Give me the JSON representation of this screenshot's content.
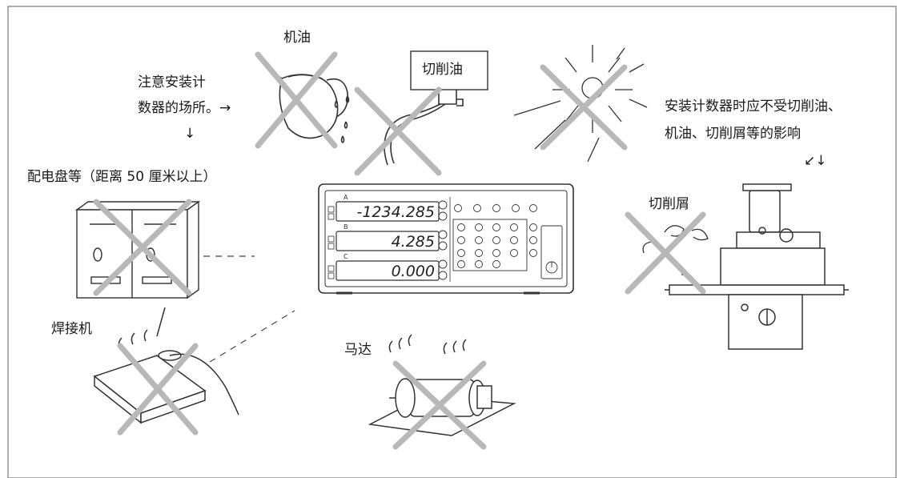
{
  "labels": {
    "machine_oil": "机油",
    "cutting_oil": "切削油",
    "note_line1": "注意安装计",
    "note_line2": "数器的场所。→",
    "note_arrow": "↓",
    "right_line1": "安装计数器时应不受切削油、",
    "right_line2": "机油、切削屑等的影响",
    "right_arrows": "↙↓",
    "panel": "配电盘等（距离 50 厘米以上）",
    "chips": "切削屑",
    "welder": "焊接机",
    "motor": "马达"
  },
  "counter": {
    "row_a": "A",
    "row_b": "B",
    "row_c": "C",
    "display_a": "-1234.285",
    "display_b": "4.285",
    "display_c": "0.000"
  },
  "colors": {
    "cross": "#b8b8b8",
    "line": "#333333",
    "frame": "#666666"
  }
}
